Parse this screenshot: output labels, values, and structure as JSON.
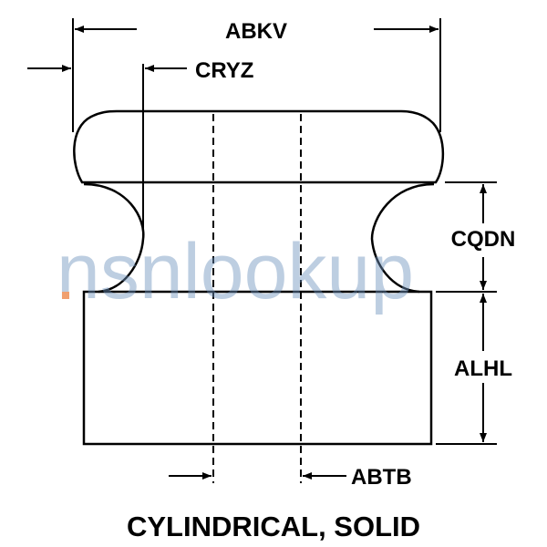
{
  "diagram": {
    "title": "CYLINDRICAL, SOLID",
    "dimensions": {
      "overall_diameter": "ABKV",
      "neck_diameter": "CRYZ",
      "neck_height": "CQDN",
      "base_height": "ALHL",
      "hole_diameter": "ABTB"
    },
    "watermark": "nsnlookup"
  }
}
